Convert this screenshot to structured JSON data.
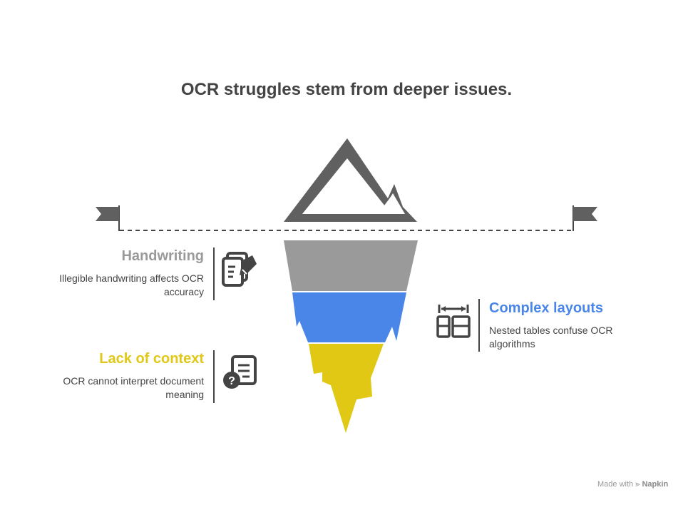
{
  "title": "OCR struggles stem from deeper issues.",
  "layers": [
    {
      "label": "Handwriting",
      "description": "Illegible handwriting affects OCR accuracy",
      "color": "#9a9a9a",
      "icon": "handwriting-document-icon",
      "side": "left"
    },
    {
      "label": "Complex layouts",
      "description": "Nested tables confuse OCR algorithms",
      "color": "#4a86e8",
      "icon": "table-layout-icon",
      "side": "right"
    },
    {
      "label": "Lack of context",
      "description": "OCR cannot interpret document meaning",
      "color": "#e0c815",
      "icon": "question-document-icon",
      "side": "left"
    }
  ],
  "colors": {
    "text": "#444444",
    "mountain": "#606060",
    "flag": "#606060"
  },
  "footer": {
    "prefix": "Made with",
    "brand": "Napkin"
  }
}
